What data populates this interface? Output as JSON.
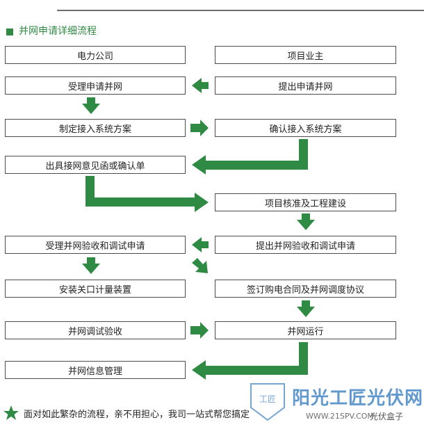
{
  "title": "并网申请详细流程",
  "colors": {
    "green": "#2f8a43",
    "border": "#4b4b4b",
    "watermark": "#3a7fc1"
  },
  "nodes": {
    "power_company": "电力公司",
    "project_owner": "项目业主",
    "accept_application": "受理申请并网",
    "submit_application": "提出申请并网",
    "make_plan": "制定接入系统方案",
    "confirm_plan": "确认接入系统方案",
    "issue_opinion": "出具接网意见函或确认单",
    "project_approval": "项目核准及工程建设",
    "accept_inspection": "受理并网验收和调试申请",
    "submit_inspection": "提出并网验收和调试申请",
    "install_meter": "安装关口计量装置",
    "sign_contract": "签订购电合同及并网调度协议",
    "grid_debug": "并网调试验收",
    "grid_operation": "并网运行",
    "grid_info_management": "并网信息管理"
  },
  "footer": {
    "icon": "star-icon",
    "text": "面对如此繁杂的流程，亲不用担心，我司一站式帮您搞定"
  },
  "watermark": {
    "text": "阳光工匠光伏网",
    "url": "WWW.21SPV.COM",
    "seal_text": "工匠",
    "tail": "光伏盒子"
  }
}
